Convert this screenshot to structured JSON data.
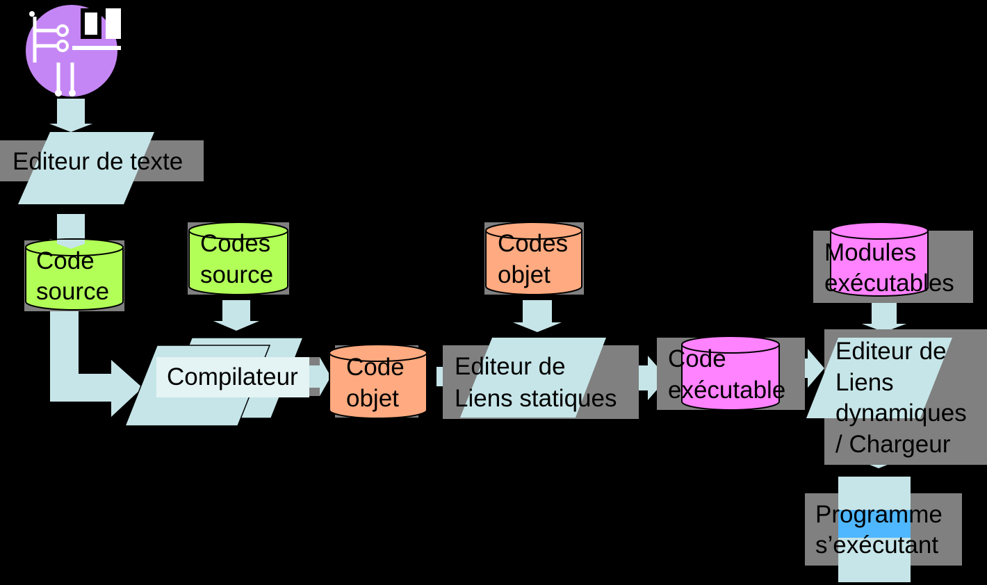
{
  "diagram": {
    "nodes": {
      "editeur_texte": "Editeur de texte",
      "code_source": [
        "Code",
        "source"
      ],
      "codes_source": [
        "Codes",
        "source"
      ],
      "compilateur": "Compilateur",
      "code_objet": [
        "Code",
        "objet"
      ],
      "codes_objet": [
        "Codes",
        "objet"
      ],
      "editeur_liens_statiques": [
        "Editeur de",
        "Liens statiques"
      ],
      "code_executable": [
        "Code",
        "exécutable"
      ],
      "modules_executables": [
        "Modules",
        "exécutables"
      ],
      "editeur_liens_dynamiques": [
        "Editeur de",
        "Liens",
        "dynamiques",
        "/ Chargeur"
      ],
      "programme": [
        "Programme",
        "s’exécutant"
      ]
    },
    "icons": [
      "developer-computer-icon"
    ],
    "colors": {
      "background": "#000000",
      "arrow": "#c6e5e8",
      "process_box": "#808080",
      "source": "#b2ff58",
      "object": "#ffaa80",
      "executable": "#ff82ff",
      "running": "#4fb7ff",
      "icon": "#c586f5"
    }
  }
}
